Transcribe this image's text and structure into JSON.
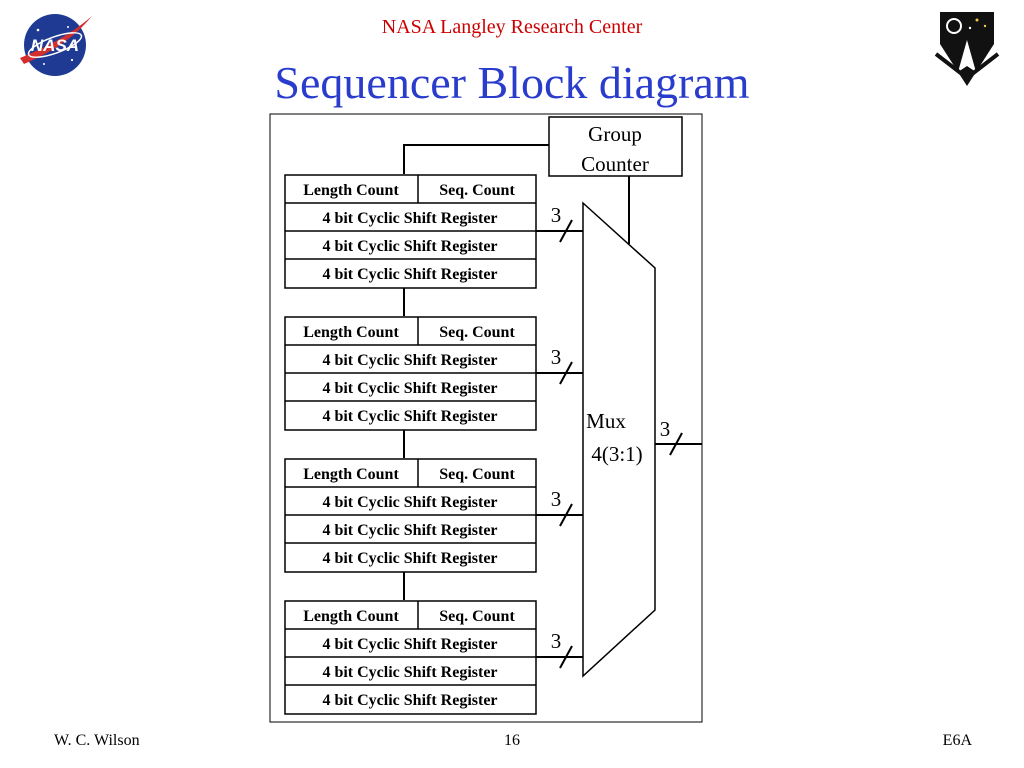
{
  "header": {
    "organization": "NASA Langley Research Center",
    "title": "Sequencer Block diagram",
    "left_logo": "NASA",
    "right_logo": "mission-emblem"
  },
  "colors": {
    "header_red": "#cc0000",
    "title_blue": "#2a3ccc",
    "nasa_blue": "#1f3a93",
    "nasa_red": "#d32f2f"
  },
  "diagram": {
    "group_counter": {
      "line1": "Group",
      "line2": "Counter"
    },
    "blocks": [
      {
        "length_count": "Length Count",
        "seq_count": "Seq. Count",
        "registers": [
          "4 bit Cyclic Shift Register",
          "4 bit Cyclic Shift Register",
          "4 bit Cyclic Shift Register"
        ],
        "bus_width": "3"
      },
      {
        "length_count": "Length Count",
        "seq_count": "Seq. Count",
        "registers": [
          "4 bit Cyclic Shift Register",
          "4 bit Cyclic Shift Register",
          "4 bit Cyclic Shift Register"
        ],
        "bus_width": "3"
      },
      {
        "length_count": "Length Count",
        "seq_count": "Seq. Count",
        "registers": [
          "4 bit Cyclic Shift Register",
          "4 bit Cyclic Shift Register",
          "4 bit Cyclic Shift Register"
        ],
        "bus_width": "3"
      },
      {
        "length_count": "Length Count",
        "seq_count": "Seq. Count",
        "registers": [
          "4 bit Cyclic Shift Register",
          "4 bit Cyclic Shift Register",
          "4 bit Cyclic Shift Register"
        ],
        "bus_width": "3"
      }
    ],
    "mux": {
      "line1": "Mux",
      "line2": "4(3:1)"
    },
    "output_bus_width": "3"
  },
  "footer": {
    "author": "W. C. Wilson",
    "page": "16",
    "code": "E6A"
  }
}
